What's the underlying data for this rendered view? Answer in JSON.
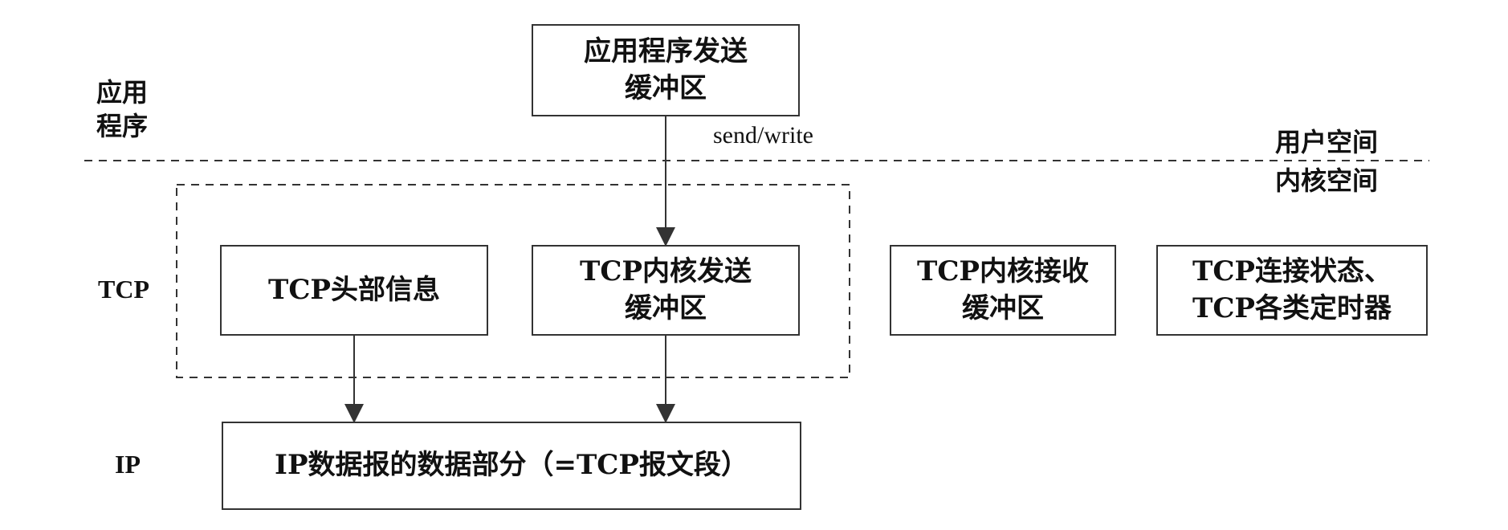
{
  "layer_labels": {
    "application": "应用\n程序",
    "tcp": "TCP",
    "ip": "IP"
  },
  "space_labels": {
    "user_space": "用户空间",
    "kernel_space": "内核空间"
  },
  "call_label": "send/write",
  "boxes": {
    "app_send_buffer": "应用程序发送\n缓冲区",
    "tcp_header_info": "TCP头部信息",
    "tcp_kernel_send_buffer": "TCP内核发送\n缓冲区",
    "tcp_kernel_recv_buffer": "TCP内核接收\n缓冲区",
    "tcp_state_timers": "TCP连接状态、\nTCP各类定时器",
    "ip_datagram_data": "IP数据报的数据部分（=TCP报文段）"
  }
}
